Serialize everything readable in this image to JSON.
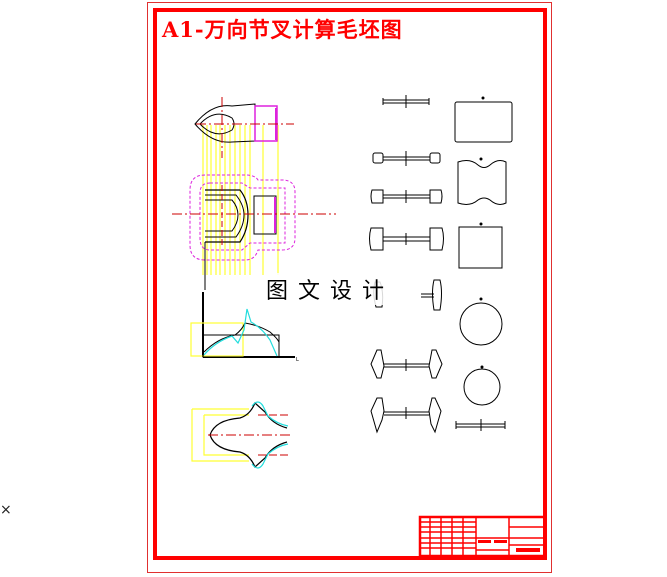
{
  "drawing": {
    "title": "A1-万向节叉计算毛坯图",
    "watermark": "图文设计",
    "colors": {
      "border": "#ff0000",
      "centerline": "#cc0000",
      "outline": "#000000",
      "section_lines": "#ffff33",
      "die_contour": "#dd22dd",
      "calc_curve": "#22dddd"
    },
    "views": [
      {
        "name": "top-view-forging",
        "label": ""
      },
      {
        "name": "plan-view-with-flash",
        "label": ""
      },
      {
        "name": "section-area-diagram",
        "label": ""
      },
      {
        "name": "diameter-diagram",
        "label": ""
      },
      {
        "name": "section-sequence-left",
        "label": ""
      },
      {
        "name": "section-sequence-right",
        "label": ""
      }
    ],
    "title_block": {
      "present": true
    }
  },
  "misc": {
    "cursor_symbol": "×"
  }
}
